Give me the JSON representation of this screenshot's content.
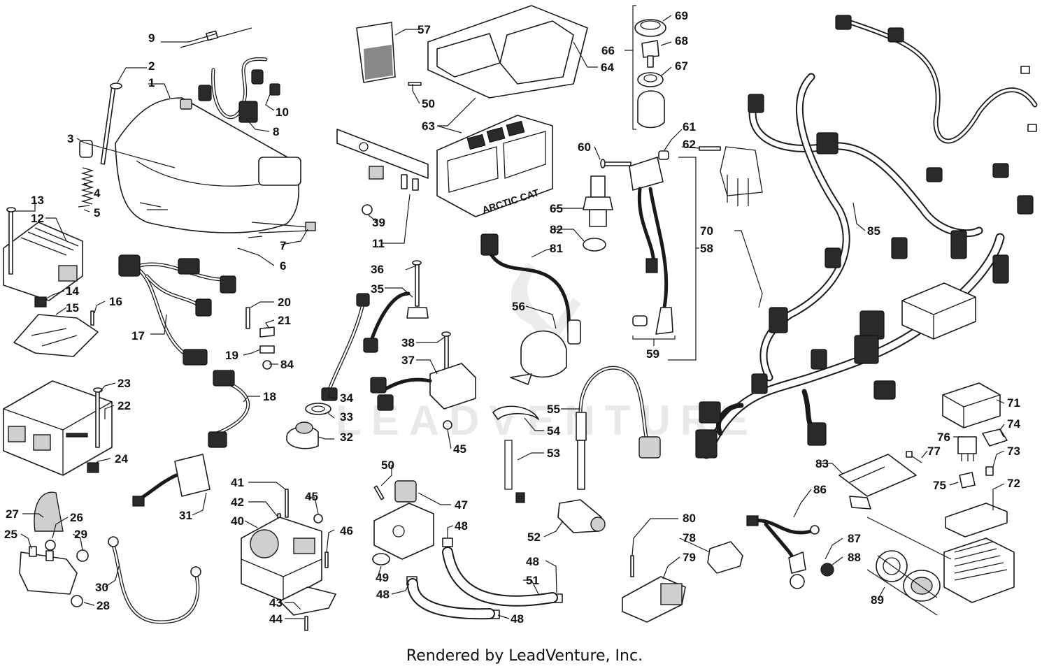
{
  "footer": "Rendered by LeadVenture, Inc.",
  "watermark": "LEADVENTURE",
  "brand_on_part": "ARCTIC CAT",
  "callouts": [
    "1",
    "2",
    "3",
    "4",
    "5",
    "6",
    "7",
    "8",
    "9",
    "10",
    "11",
    "12",
    "13",
    "14",
    "15",
    "16",
    "17",
    "18",
    "19",
    "20",
    "21",
    "22",
    "23",
    "24",
    "25",
    "26",
    "27",
    "28",
    "29",
    "30",
    "31",
    "32",
    "33",
    "34",
    "35",
    "36",
    "37",
    "38",
    "39",
    "40",
    "41",
    "42",
    "43",
    "44",
    "45",
    "46",
    "47",
    "48",
    "49",
    "50",
    "51",
    "52",
    "53",
    "54",
    "55",
    "56",
    "57",
    "58",
    "59",
    "60",
    "61",
    "62",
    "63",
    "64",
    "65",
    "66",
    "67",
    "68",
    "69",
    "70",
    "71",
    "72",
    "73",
    "74",
    "75",
    "76",
    "77",
    "78",
    "79",
    "80",
    "81",
    "82",
    "83",
    "84",
    "85",
    "86",
    "87",
    "88",
    "89"
  ]
}
